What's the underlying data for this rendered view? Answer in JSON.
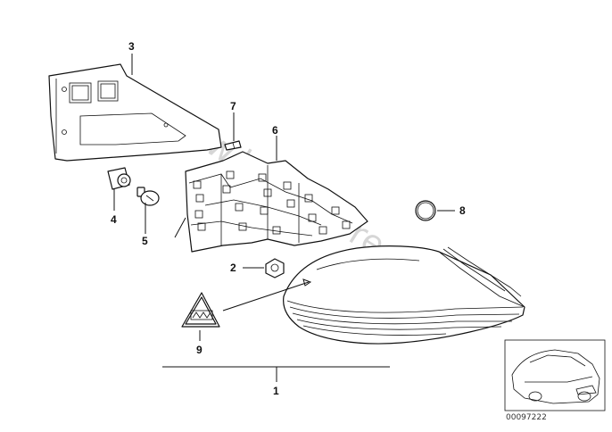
{
  "diagram": {
    "callouts": [
      {
        "id": "1",
        "label": "1"
      },
      {
        "id": "2",
        "label": "2"
      },
      {
        "id": "3",
        "label": "3"
      },
      {
        "id": "4",
        "label": "4"
      },
      {
        "id": "5",
        "label": "5"
      },
      {
        "id": "6",
        "label": "6"
      },
      {
        "id": "7",
        "label": "7"
      },
      {
        "id": "8",
        "label": "8"
      },
      {
        "id": "9",
        "label": "9"
      }
    ],
    "reference_number": "00097222",
    "watermark": "www.bmwstore.pl",
    "colors": {
      "line": "#111111",
      "background": "#ffffff",
      "watermark": "#8a8a8a"
    }
  }
}
